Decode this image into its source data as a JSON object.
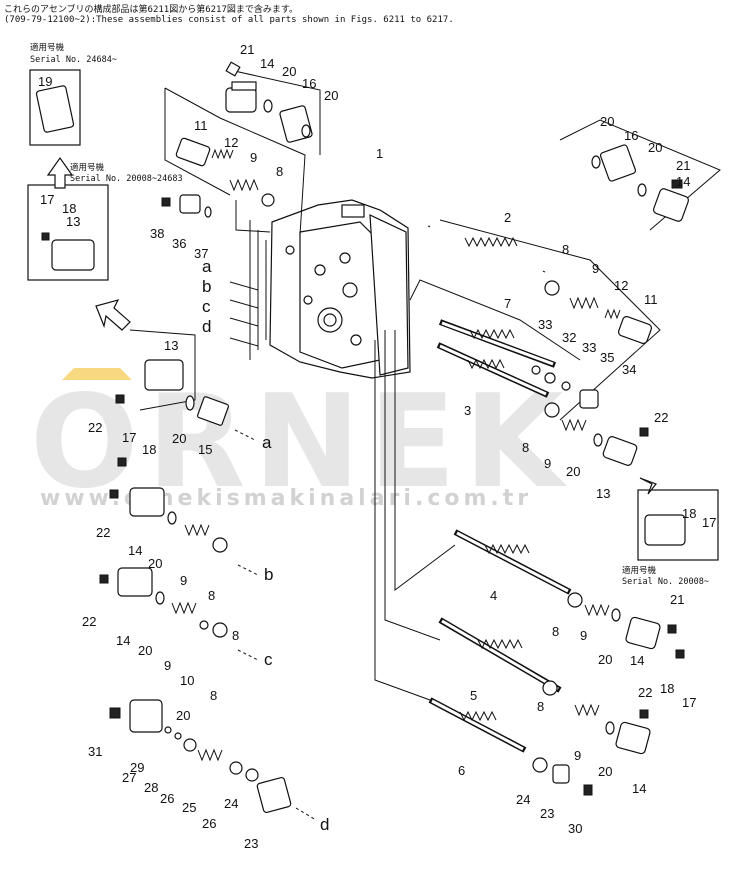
{
  "header": {
    "line1": "これらのアセンブリの構成部品は第6211図から第6217図まで含みます。",
    "line2": "(709-79-12100~2):These assemblies consist of all parts shown in Figs. 6211 to 6217."
  },
  "watermark": {
    "brand": "ORNEK",
    "url": "www.ornekismakinalari.com.tr",
    "accent_color": "#f2c94c"
  },
  "serials": {
    "top_left_jp": "適用号機",
    "top_left": "Serial No. 24684~",
    "mid_left_jp": "適用号機",
    "mid_left": "Serial No. 20008~24683",
    "right_jp": "適用号機",
    "right": "Serial No. 20008~"
  },
  "arrow_labels": {
    "a": "a",
    "b": "b",
    "c": "c",
    "d": "d"
  },
  "callouts": [
    {
      "id": "1",
      "text": "1"
    },
    {
      "id": "2",
      "text": "2"
    },
    {
      "id": "3",
      "text": "3"
    },
    {
      "id": "4",
      "text": "4"
    },
    {
      "id": "5",
      "text": "5"
    },
    {
      "id": "6",
      "text": "6"
    },
    {
      "id": "7",
      "text": "7"
    },
    {
      "id": "8a",
      "text": "8"
    },
    {
      "id": "8b",
      "text": "8"
    },
    {
      "id": "8c",
      "text": "8"
    },
    {
      "id": "8d",
      "text": "8"
    },
    {
      "id": "8e",
      "text": "8"
    },
    {
      "id": "8f",
      "text": "8"
    },
    {
      "id": "8g",
      "text": "8"
    },
    {
      "id": "8h",
      "text": "8"
    },
    {
      "id": "9a",
      "text": "9"
    },
    {
      "id": "9b",
      "text": "9"
    },
    {
      "id": "9c",
      "text": "9"
    },
    {
      "id": "9d",
      "text": "9"
    },
    {
      "id": "9e",
      "text": "9"
    },
    {
      "id": "9f",
      "text": "9"
    },
    {
      "id": "9g",
      "text": "9"
    },
    {
      "id": "10",
      "text": "10"
    },
    {
      "id": "11a",
      "text": "11"
    },
    {
      "id": "11b",
      "text": "11"
    },
    {
      "id": "12a",
      "text": "12"
    },
    {
      "id": "12b",
      "text": "12"
    },
    {
      "id": "13a",
      "text": "13"
    },
    {
      "id": "13b",
      "text": "13"
    },
    {
      "id": "13c",
      "text": "13"
    },
    {
      "id": "14a",
      "text": "14"
    },
    {
      "id": "14b",
      "text": "14"
    },
    {
      "id": "14c",
      "text": "14"
    },
    {
      "id": "14d",
      "text": "14"
    },
    {
      "id": "14e",
      "text": "14"
    },
    {
      "id": "14f",
      "text": "14"
    },
    {
      "id": "15",
      "text": "15"
    },
    {
      "id": "16a",
      "text": "16"
    },
    {
      "id": "16b",
      "text": "16"
    },
    {
      "id": "17a",
      "text": "17"
    },
    {
      "id": "17b",
      "text": "17"
    },
    {
      "id": "17c",
      "text": "17"
    },
    {
      "id": "17d",
      "text": "17"
    },
    {
      "id": "18a",
      "text": "18"
    },
    {
      "id": "18b",
      "text": "18"
    },
    {
      "id": "18c",
      "text": "18"
    },
    {
      "id": "18d",
      "text": "18"
    },
    {
      "id": "19",
      "text": "19"
    },
    {
      "id": "20a",
      "text": "20"
    },
    {
      "id": "20b",
      "text": "20"
    },
    {
      "id": "20c",
      "text": "20"
    },
    {
      "id": "20d",
      "text": "20"
    },
    {
      "id": "20e",
      "text": "20"
    },
    {
      "id": "20f",
      "text": "20"
    },
    {
      "id": "20g",
      "text": "20"
    },
    {
      "id": "20h",
      "text": "20"
    },
    {
      "id": "20i",
      "text": "20"
    },
    {
      "id": "20j",
      "text": "20"
    },
    {
      "id": "20k",
      "text": "20"
    },
    {
      "id": "21a",
      "text": "21"
    },
    {
      "id": "21b",
      "text": "21"
    },
    {
      "id": "21c",
      "text": "21"
    },
    {
      "id": "22a",
      "text": "22"
    },
    {
      "id": "22b",
      "text": "22"
    },
    {
      "id": "22c",
      "text": "22"
    },
    {
      "id": "22d",
      "text": "22"
    },
    {
      "id": "22e",
      "text": "22"
    },
    {
      "id": "23a",
      "text": "23"
    },
    {
      "id": "23b",
      "text": "23"
    },
    {
      "id": "24a",
      "text": "24"
    },
    {
      "id": "24b",
      "text": "24"
    },
    {
      "id": "25",
      "text": "25"
    },
    {
      "id": "26a",
      "text": "26"
    },
    {
      "id": "26b",
      "text": "26"
    },
    {
      "id": "27",
      "text": "27"
    },
    {
      "id": "28",
      "text": "28"
    },
    {
      "id": "29",
      "text": "29"
    },
    {
      "id": "30",
      "text": "30"
    },
    {
      "id": "31",
      "text": "31"
    },
    {
      "id": "32",
      "text": "32"
    },
    {
      "id": "33a",
      "text": "33"
    },
    {
      "id": "33b",
      "text": "33"
    },
    {
      "id": "34",
      "text": "34"
    },
    {
      "id": "35",
      "text": "35"
    },
    {
      "id": "36",
      "text": "36"
    },
    {
      "id": "37",
      "text": "37"
    },
    {
      "id": "38",
      "text": "38"
    }
  ]
}
